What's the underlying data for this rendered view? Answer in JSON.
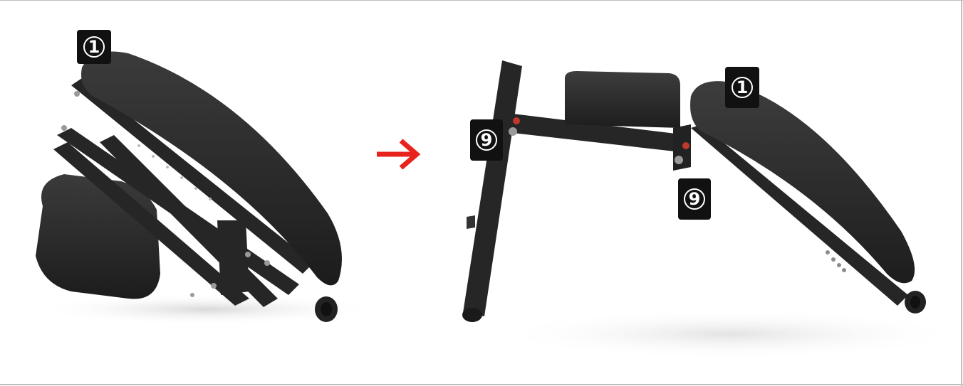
{
  "callouts": {
    "folded_part": "1",
    "unfolded_part": "1",
    "pin_left": "9",
    "pin_right": "9"
  },
  "colors": {
    "arrow": "#e8221c",
    "frame": "#2b2b2b",
    "pad": "#303030",
    "pin": "#c0392b"
  },
  "icons": {
    "transition": "right-arrow-icon"
  }
}
